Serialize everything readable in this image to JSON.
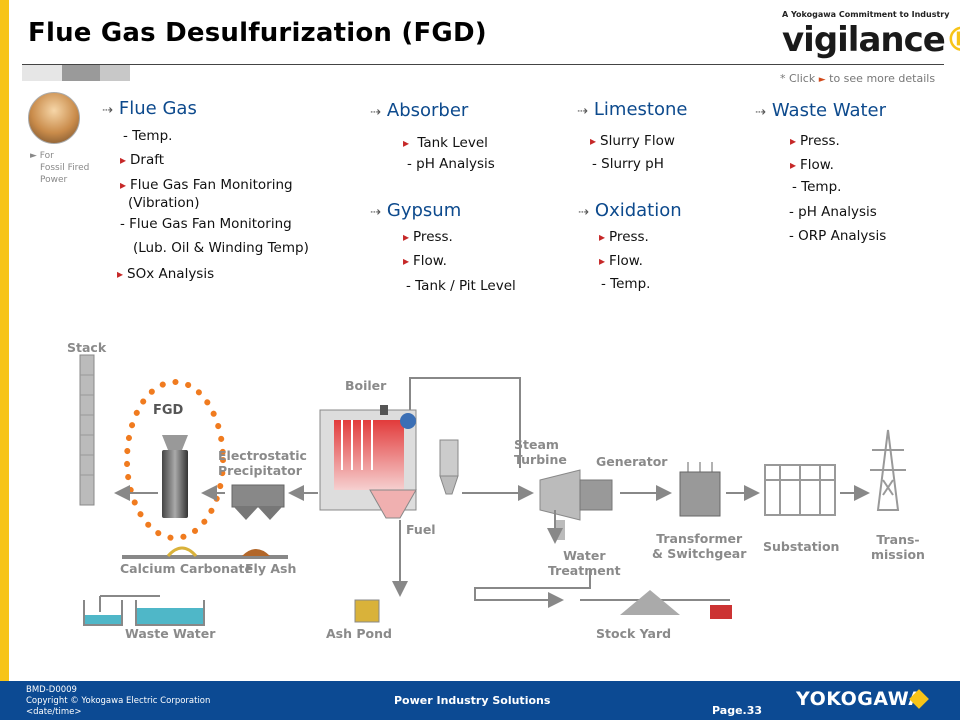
{
  "title": "Flue Gas Desulfurization (FGD)",
  "brand": {
    "tagline": "A Yokogawa Commitment to Industry",
    "name": "vigilance",
    "mark": "®"
  },
  "click_note": {
    "prefix": "* Click",
    "suffix": "to see more details"
  },
  "photo_label": [
    "For",
    "Fossil Fired",
    "Power"
  ],
  "sections": {
    "flue_gas": {
      "title": "Flue Gas",
      "items": [
        {
          "text": "- Temp.",
          "link": false
        },
        {
          "text": "Draft",
          "link": true
        },
        {
          "text": "Flue Gas Fan Monitoring",
          "link": true
        },
        {
          "text": "(Vibration)",
          "link": false
        },
        {
          "text": "- Flue Gas Fan Monitoring",
          "link": false
        },
        {
          "text": "(Lub. Oil & Winding Temp)",
          "link": false
        },
        {
          "text": "SOx Analysis",
          "link": true
        }
      ]
    },
    "absorber": {
      "title": "Absorber",
      "items": [
        {
          "text": "Tank Level",
          "link": true
        },
        {
          "text": "- pH Analysis",
          "link": false
        }
      ]
    },
    "gypsum": {
      "title": "Gypsum",
      "items": [
        {
          "text": "Press.",
          "link": true
        },
        {
          "text": "Flow.",
          "link": true
        },
        {
          "text": "- Tank / Pit Level",
          "link": false
        }
      ]
    },
    "limestone": {
      "title": "Limestone",
      "items": [
        {
          "text": "Slurry Flow",
          "link": true
        },
        {
          "text": "- Slurry pH",
          "link": false
        }
      ]
    },
    "oxidation": {
      "title": "Oxidation",
      "items": [
        {
          "text": "Press.",
          "link": true
        },
        {
          "text": "Flow.",
          "link": true
        },
        {
          "text": "- Temp.",
          "link": false
        }
      ]
    },
    "waste_water": {
      "title": "Waste Water",
      "items": [
        {
          "text": "Press.",
          "link": true
        },
        {
          "text": "Flow.",
          "link": true
        },
        {
          "text": "- Temp.",
          "link": false
        },
        {
          "text": "- pH Analysis",
          "link": false
        },
        {
          "text": "- ORP Analysis",
          "link": false
        }
      ]
    }
  },
  "diagram": {
    "stack": "Stack",
    "fgd": "FGD",
    "boiler": "Boiler",
    "esp": [
      "Electrostatic",
      "Precipitator"
    ],
    "steam_turbine": [
      "Steam",
      "Turbine"
    ],
    "generator": "Generator",
    "fuel": "Fuel",
    "water_treatment": [
      "Water",
      "Treatment"
    ],
    "transformer": [
      "Transformer",
      "& Switchgear"
    ],
    "substation": "Substation",
    "transmission": [
      "Trans-",
      "mission"
    ],
    "calcium_carbonate": "Calcium Carbonate",
    "fly_ash": "Fly Ash",
    "waste_water": "Waste Water",
    "ash_pond": "Ash Pond",
    "stock_yard": "Stock Yard"
  },
  "colors": {
    "accent_yellow": "#f7c418",
    "footer_blue": "#0c4a93",
    "title_blue": "#0d4a8d",
    "link_red": "#c62828",
    "fgd_orange": "#f07b1f",
    "boiler_red": "#e23b3b"
  },
  "footer": {
    "doc_id": "BMD-D0009",
    "copyright": "Copyright © Yokogawa Electric Corporation",
    "datetime": "<date/time>",
    "center": "Power Industry Solutions",
    "page": "Page.33",
    "logo": "YOKOGAWA"
  }
}
